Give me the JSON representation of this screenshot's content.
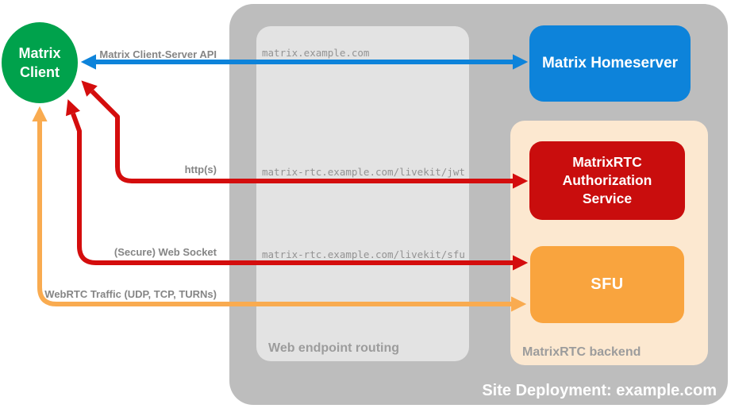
{
  "client": {
    "lines": [
      "Matrix",
      "Client"
    ],
    "color": "#00a24c"
  },
  "deployment": {
    "label": "Site Deployment: example.com",
    "bg": "#bdbdbd"
  },
  "routing": {
    "label": "Web endpoint routing",
    "bg": "#e3e3e3",
    "endpoints": [
      "matrix.example.com",
      "matrix-rtc.example.com/livekit/jwt",
      "matrix-rtc.example.com/livekit/sfu"
    ]
  },
  "backend": {
    "label": "MatrixRTC backend",
    "bg": "#fce8d0"
  },
  "nodes": {
    "homeserver": {
      "label": "Matrix Homeserver",
      "bg": "#0d83da"
    },
    "auth": {
      "label": "MatrixRTC Authorization Service",
      "bg": "#c90d0d"
    },
    "sfu": {
      "label": "SFU",
      "bg": "#f9a43e"
    }
  },
  "connections": {
    "cs_api": {
      "label": "Matrix Client-Server API",
      "color": "#0d83da"
    },
    "https": {
      "label": "http(s)",
      "color": "#d40d0d"
    },
    "websocket": {
      "label": "(Secure) Web Socket",
      "color": "#d40d0d"
    },
    "webrtc": {
      "label": "WebRTC Traffic (UDP, TCP, TURNs)",
      "color": "#f9ab50"
    }
  }
}
